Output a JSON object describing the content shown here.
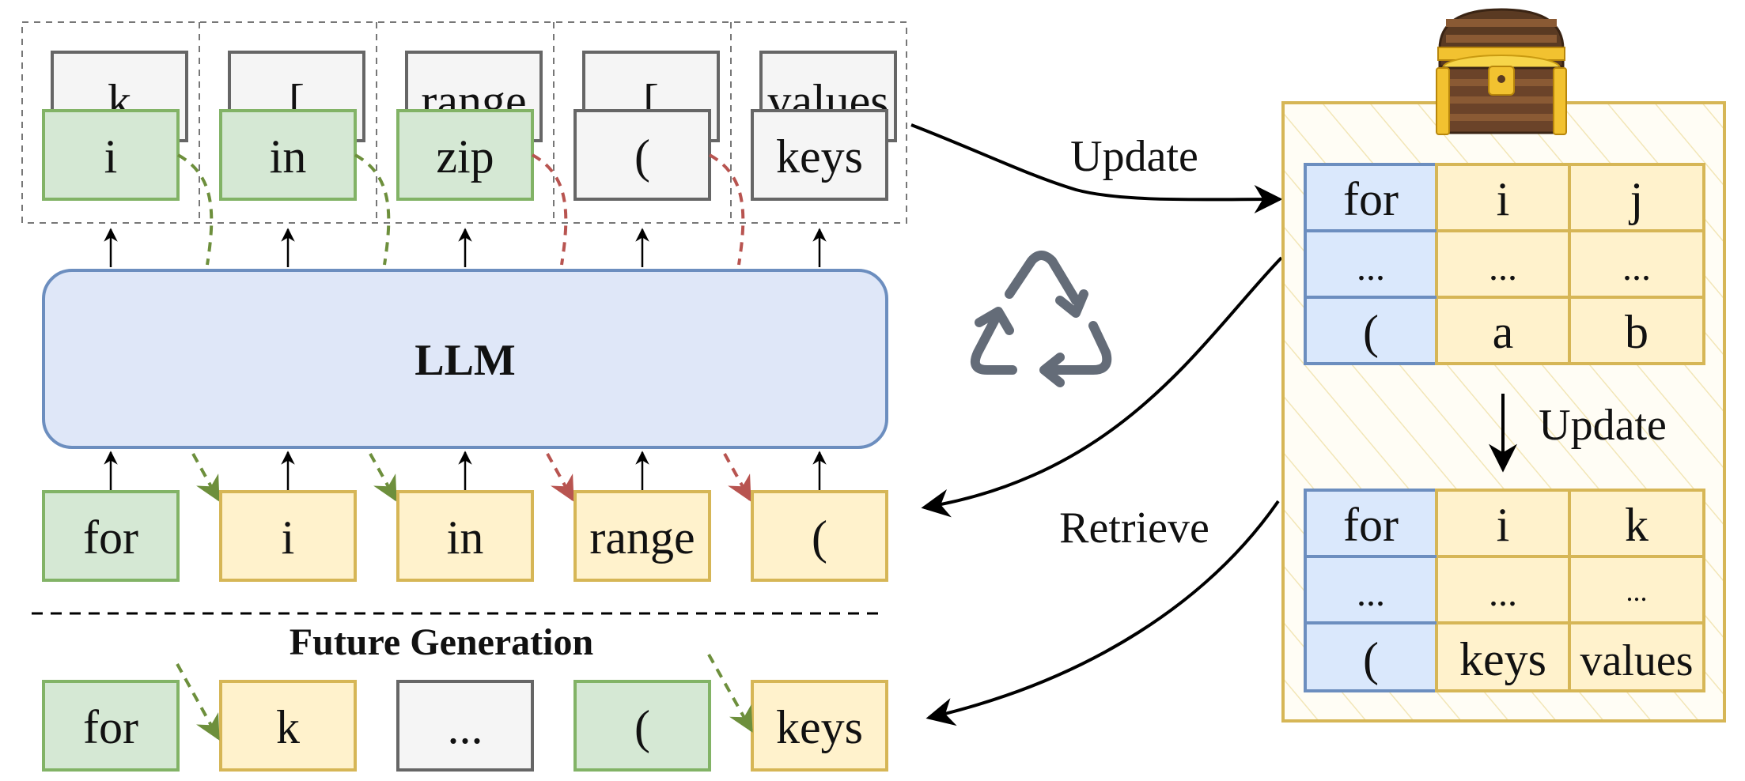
{
  "diagram": {
    "top_back_tokens": [
      "k",
      "[",
      "range",
      "[",
      "values"
    ],
    "top_front_tokens": [
      "i",
      "in",
      "zip",
      "(",
      "keys"
    ],
    "llm_label": "LLM",
    "input_tokens": [
      "for",
      "i",
      "in",
      "range",
      "("
    ],
    "future_label": "Future Generation",
    "future_tokens": [
      "for",
      "k",
      "...",
      "(",
      "keys"
    ],
    "edge_labels": {
      "update_top": "Update",
      "retrieve": "Retrieve",
      "update_mid": "Update"
    },
    "table_top": [
      [
        "for",
        "i",
        "j"
      ],
      [
        "...",
        "...",
        "..."
      ],
      [
        "(",
        "a",
        "b"
      ]
    ],
    "table_bottom": [
      [
        "for",
        "i",
        "k"
      ],
      [
        "...",
        "...",
        "..."
      ],
      [
        "(",
        "keys",
        "values"
      ]
    ],
    "icons": {
      "cycle": "recycle-icon",
      "storage": "treasure-chest-icon"
    },
    "colors": {
      "green_fill": "#d5e8d4",
      "green_stroke": "#82b366",
      "yellow_fill": "#fff2cc",
      "yellow_stroke": "#d6b656",
      "gray_fill": "#f5f5f5",
      "gray_stroke": "#666666",
      "blue_fill": "#dae8fc",
      "blue_stroke": "#6c8ebf",
      "accept_arrow": "#6d8f3c",
      "reject_arrow": "#b85450"
    }
  }
}
